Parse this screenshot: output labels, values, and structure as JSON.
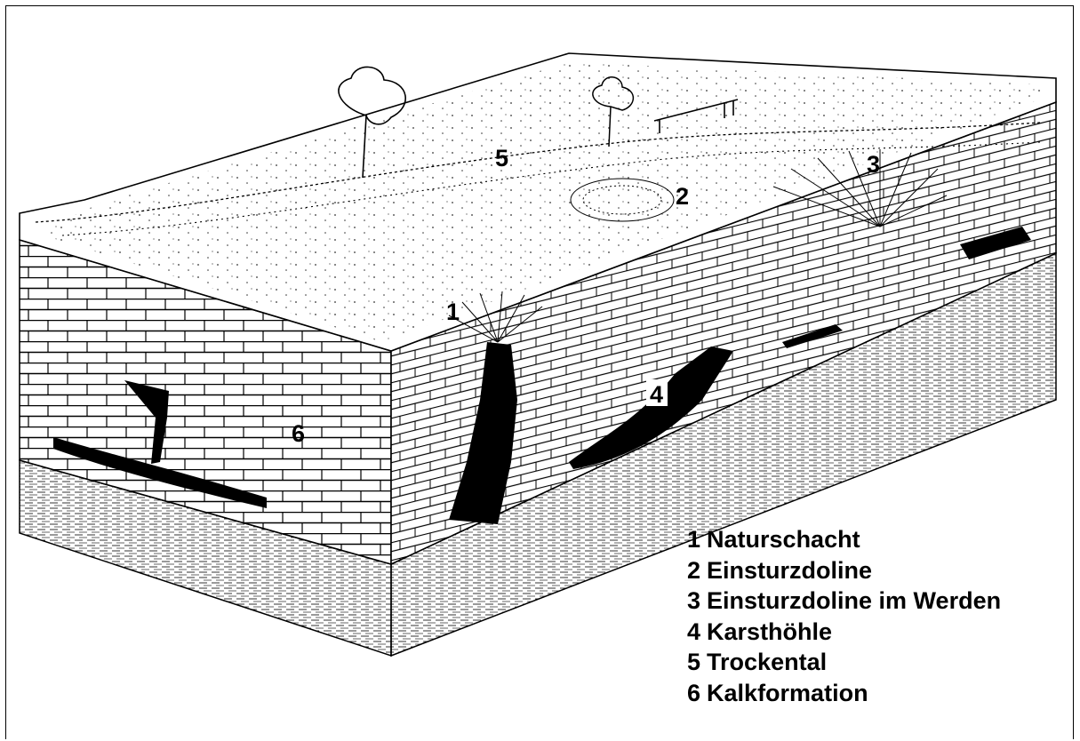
{
  "figure": {
    "style": "black-and-white line drawing of a karst landscape block diagram",
    "colors": {
      "ink": "#000000",
      "paper": "#ffffff"
    },
    "markers": [
      "1",
      "2",
      "3",
      "4",
      "5",
      "6"
    ]
  },
  "legend": [
    {
      "num": "1",
      "label": "Naturschacht"
    },
    {
      "num": "2",
      "label": "Einsturzdoline"
    },
    {
      "num": "3",
      "label": "Einsturzdoline im Werden"
    },
    {
      "num": "4",
      "label": "Karsthöhle"
    },
    {
      "num": "5",
      "label": "Trockental"
    },
    {
      "num": "6",
      "label": "Kalkformation"
    }
  ]
}
